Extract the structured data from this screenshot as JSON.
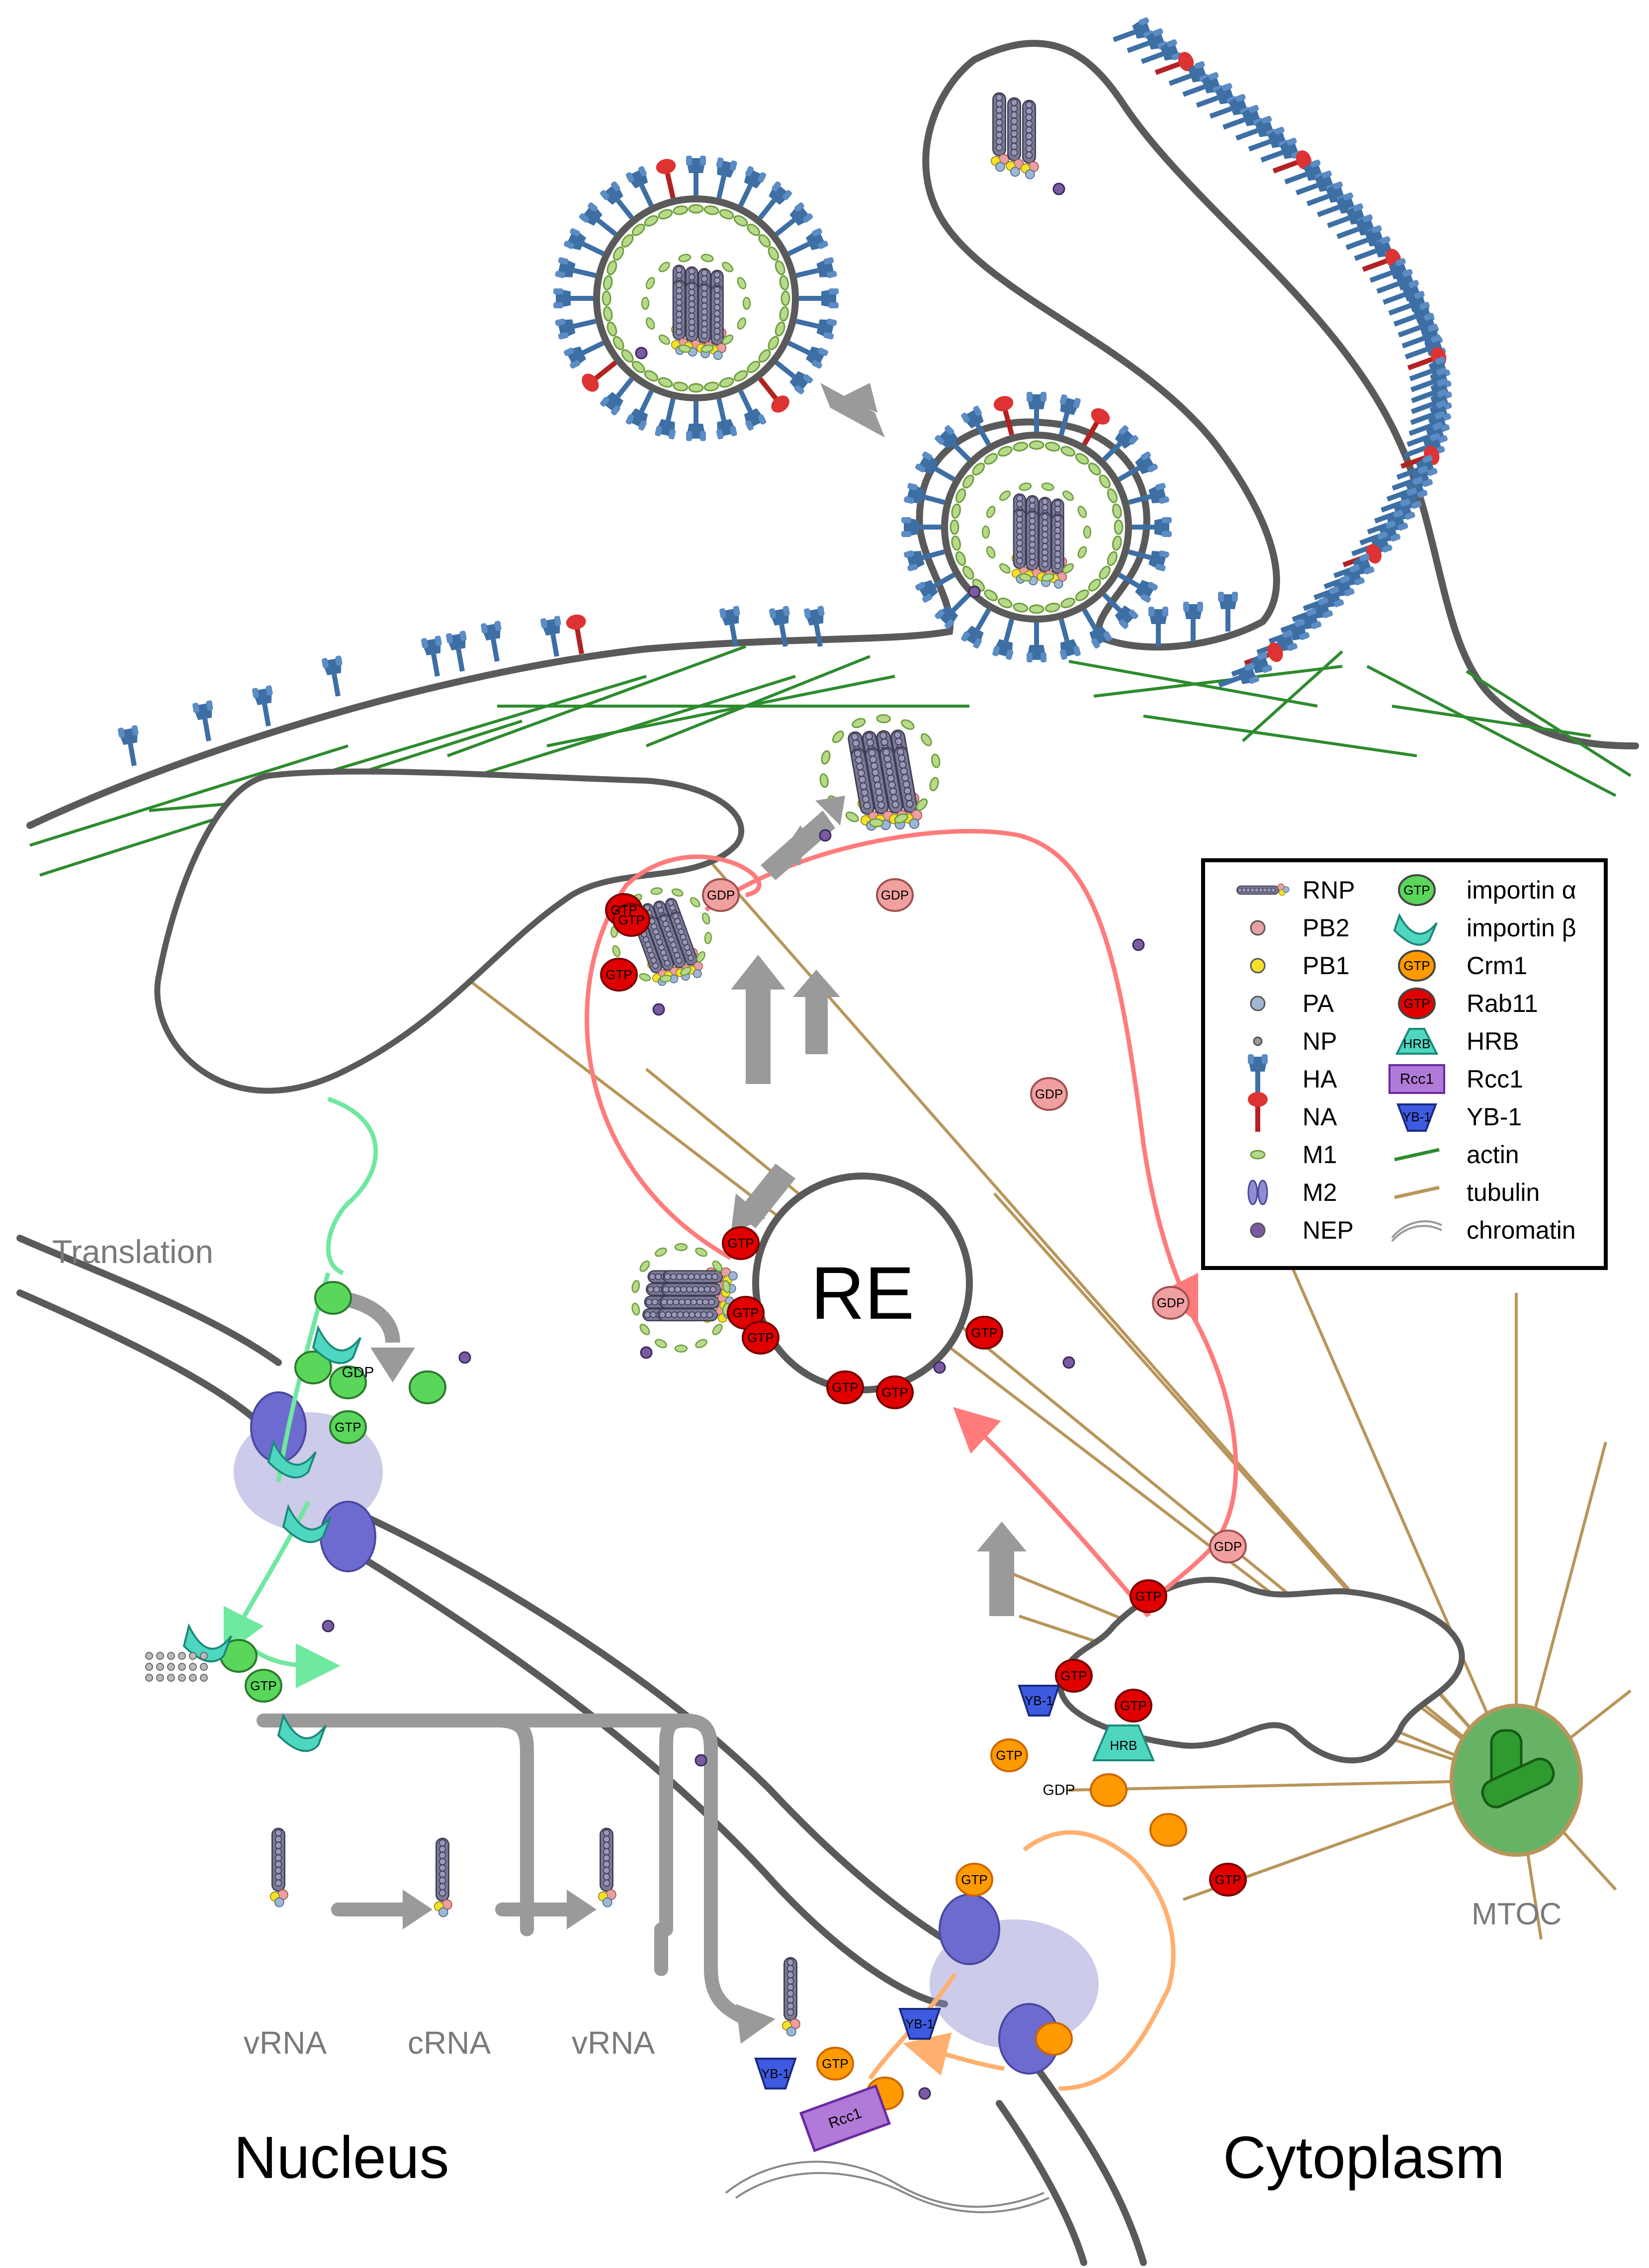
{
  "labels": {
    "translation": "Translation",
    "re": "RE",
    "mtoc": "MTOC",
    "nucleus": "Nucleus",
    "cytoplasm": "Cytoplasm",
    "vrna_1": "vRNA",
    "crna": "cRNA",
    "vrna_2": "vRNA",
    "gtp": "GTP",
    "gdp": "GDP",
    "yb1": "YB-1",
    "rcc1": "Rcc1",
    "hrb": "HRB"
  },
  "legend": {
    "left": [
      {
        "label": "RNP",
        "icon": "rnp-icon"
      },
      {
        "label": "PB2",
        "icon": "pb2-icon",
        "color": "#e8a0a0"
      },
      {
        "label": "PB1",
        "icon": "pb1-icon",
        "color": "#f5e12c"
      },
      {
        "label": "PA",
        "icon": "pa-icon",
        "color": "#9fb7d3"
      },
      {
        "label": "NP",
        "icon": "np-icon",
        "color": "#9a9a9a"
      },
      {
        "label": "HA",
        "icon": "ha-icon",
        "color": "#3d6fa5"
      },
      {
        "label": "NA",
        "icon": "na-icon",
        "color": "#b22222"
      },
      {
        "label": "M1",
        "icon": "m1-icon",
        "color": "#a9d37a"
      },
      {
        "label": "M2",
        "icon": "m2-icon",
        "color": "#8f8ccf"
      },
      {
        "label": "NEP",
        "icon": "nep-icon",
        "color": "#7a5aa0"
      }
    ],
    "right": [
      {
        "label": "importin α",
        "icon": "importin-alpha-icon",
        "color": "#5ad65a"
      },
      {
        "label": "importin β",
        "icon": "importin-beta-icon",
        "color": "#4fd6c0"
      },
      {
        "label": "Crm1",
        "icon": "crm1-icon",
        "color": "#ff9a00"
      },
      {
        "label": "Rab11",
        "icon": "rab11-icon",
        "color": "#e00000"
      },
      {
        "label": "HRB",
        "icon": "hrb-icon",
        "color": "#4fd6c0"
      },
      {
        "label": "Rcc1",
        "icon": "rcc1-icon",
        "color": "#b27ad8"
      },
      {
        "label": "YB-1",
        "icon": "yb1-icon",
        "color": "#3e5ae0"
      },
      {
        "label": "actin",
        "icon": "actin-icon",
        "color": "#2e8b2e"
      },
      {
        "label": "tubulin",
        "icon": "tubulin-icon",
        "color": "#b8955a"
      },
      {
        "label": "chromatin",
        "icon": "chromatin-icon",
        "color": "#999999"
      }
    ]
  },
  "colors": {
    "membrane": "#5a5a5a",
    "actin": "#2e8b2e",
    "tubulin": "#b8955a",
    "rab11_path": "#ff7b7b",
    "importin_path": "#6fe8a0",
    "crm1_path": "#ffb070",
    "process_arrow": "#9a9a9a"
  }
}
